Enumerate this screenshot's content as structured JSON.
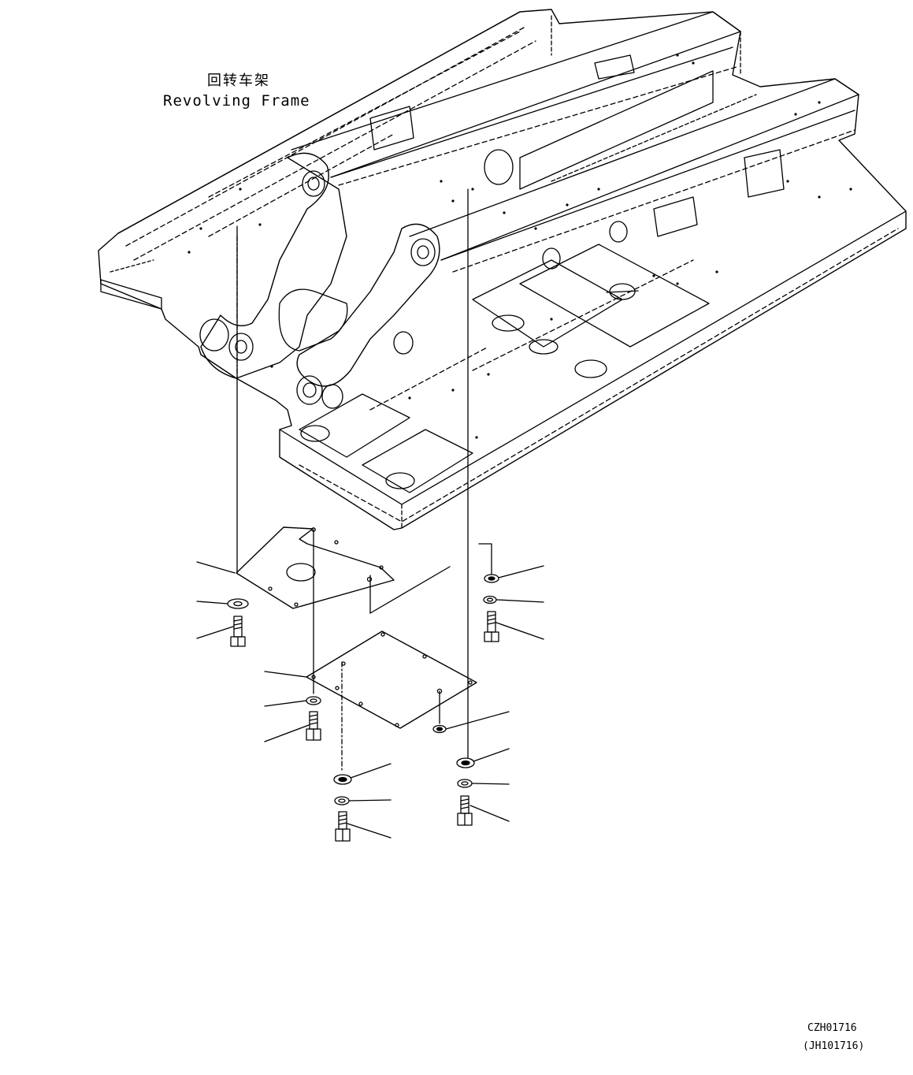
{
  "title": {
    "chinese": "回转车架",
    "english": "Revolving Frame"
  },
  "drawing_codes": {
    "primary": "CZH01716",
    "secondary": "(JH101716)"
  },
  "colors": {
    "line": "#000000",
    "background": "#ffffff"
  },
  "parts": [
    {
      "name": "front-cover-plate",
      "kind": "plate"
    },
    {
      "name": "rear-cover-plate",
      "kind": "plate"
    },
    {
      "name": "washer",
      "kind": "washer"
    },
    {
      "name": "spring-washer",
      "kind": "washer"
    },
    {
      "name": "bolt",
      "kind": "bolt"
    }
  ]
}
